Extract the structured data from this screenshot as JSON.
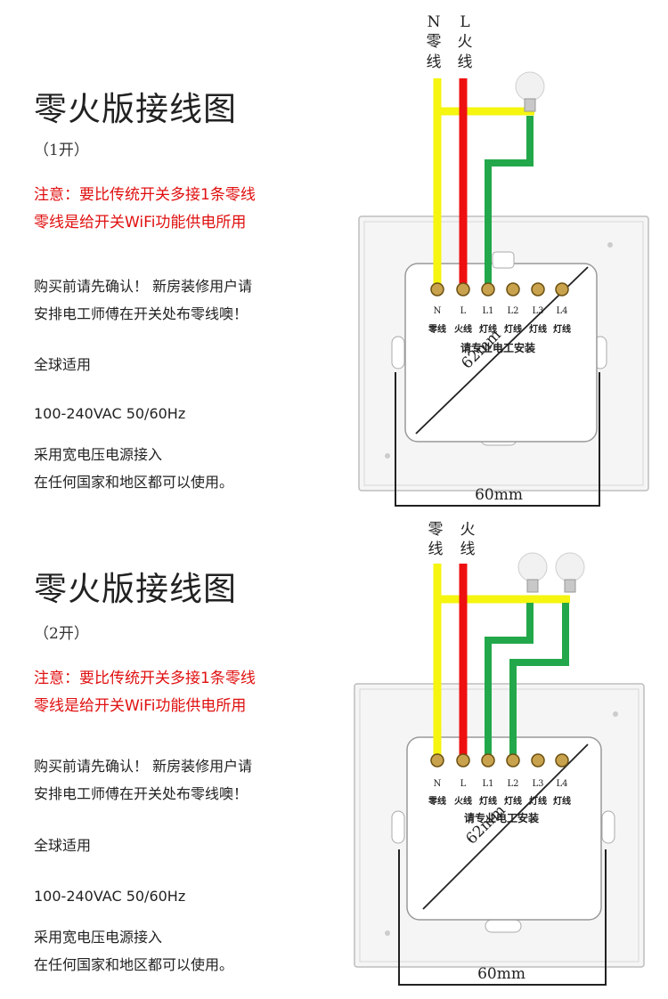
{
  "sections": [
    {
      "title": "零火版接线图",
      "subtitle": "（1开）",
      "warning_lines": [
        "注意：要比传统开关多接1条零线",
        "零线是给开关WiFi功能供电所用"
      ],
      "confirm_lines": [
        "购买前请先确认！ 新房装修用户请",
        "安排电工师傅在开关处布零线噢！"
      ],
      "global_use": "全球适用",
      "voltage": "100-240VAC  50/60Hz",
      "power_lines": [
        "采用宽电压电源接入",
        "在任何国家和地区都可以使用。"
      ],
      "wire_n_letter": "N",
      "wire_n_name_1": "零",
      "wire_n_name_2": "线",
      "wire_l_letter": "L",
      "wire_l_name_1": "火",
      "wire_l_name_2": "线",
      "terminal_codes": [
        "N",
        "L",
        "L1",
        "L2",
        "L3",
        "L4"
      ],
      "terminal_names": [
        "零线",
        "火线",
        "灯线",
        "灯线",
        "灯线",
        "灯线"
      ],
      "install_note": "请专业电工安装",
      "diag_dim": "62mm",
      "width_dim": "60mm"
    },
    {
      "title": "零火版接线图",
      "subtitle": "（2开）",
      "warning_lines": [
        "注意：要比传统开关多接1条零线",
        "零线是给开关WiFi功能供电所用"
      ],
      "confirm_lines": [
        "购买前请先确认！ 新房装修用户请",
        "安排电工师傅在开关处布零线噢！"
      ],
      "global_use": "全球适用",
      "voltage": "100-240VAC  50/60Hz",
      "power_lines": [
        "采用宽电压电源接入",
        "在任何国家和地区都可以使用。"
      ],
      "wire_n_name_1": "零",
      "wire_n_name_2": "线",
      "wire_l_name_1": "火",
      "wire_l_name_2": "线",
      "terminal_codes": [
        "N",
        "L",
        "L1",
        "L2",
        "L3",
        "L4"
      ],
      "terminal_names": [
        "零线",
        "火线",
        "灯线",
        "灯线",
        "灯线",
        "灯线"
      ],
      "install_note": "请专业电工安装",
      "diag_dim": "62mm",
      "width_dim": "60mm"
    }
  ],
  "colors": {
    "neutral_wire": "#f5f50f",
    "live_wire": "#ee1010",
    "lamp_wire": "#22a84a",
    "warning_text": "#e01010"
  }
}
